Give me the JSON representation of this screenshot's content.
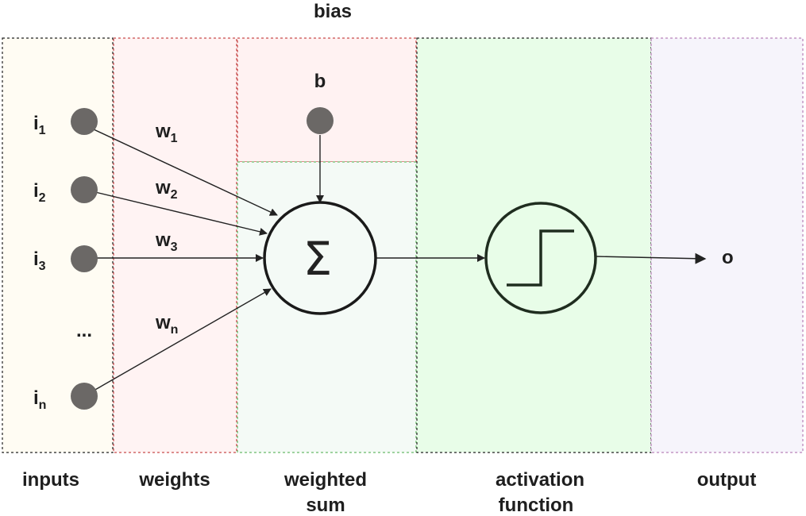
{
  "bias_title": "bias",
  "bias_node": "b",
  "output_label": "o",
  "ellipsis": "...",
  "sum_symbol": "Σ",
  "inputs": [
    {
      "base": "i",
      "sub": "1"
    },
    {
      "base": "i",
      "sub": "2"
    },
    {
      "base": "i",
      "sub": "3"
    },
    {
      "base": "i",
      "sub": "n"
    }
  ],
  "weights": [
    {
      "base": "w",
      "sub": "1"
    },
    {
      "base": "w",
      "sub": "2"
    },
    {
      "base": "w",
      "sub": "3"
    },
    {
      "base": "w",
      "sub": "n"
    }
  ],
  "sections": {
    "inputs": "inputs",
    "weights": "weights",
    "weighted_sum_line1": "weighted",
    "weighted_sum_line2": "sum",
    "activation_line1": "activation",
    "activation_line2": "function",
    "output": "output"
  },
  "colors": {
    "inputs_bg": "#fffcf3",
    "weights_bg": "#fff3f3",
    "bias_bg": "#fff2f2",
    "sum_bg": "#f4faf6",
    "activation_bg": "#e8fde8",
    "output_bg": "#f6f4fb",
    "node": "#6b6866"
  }
}
